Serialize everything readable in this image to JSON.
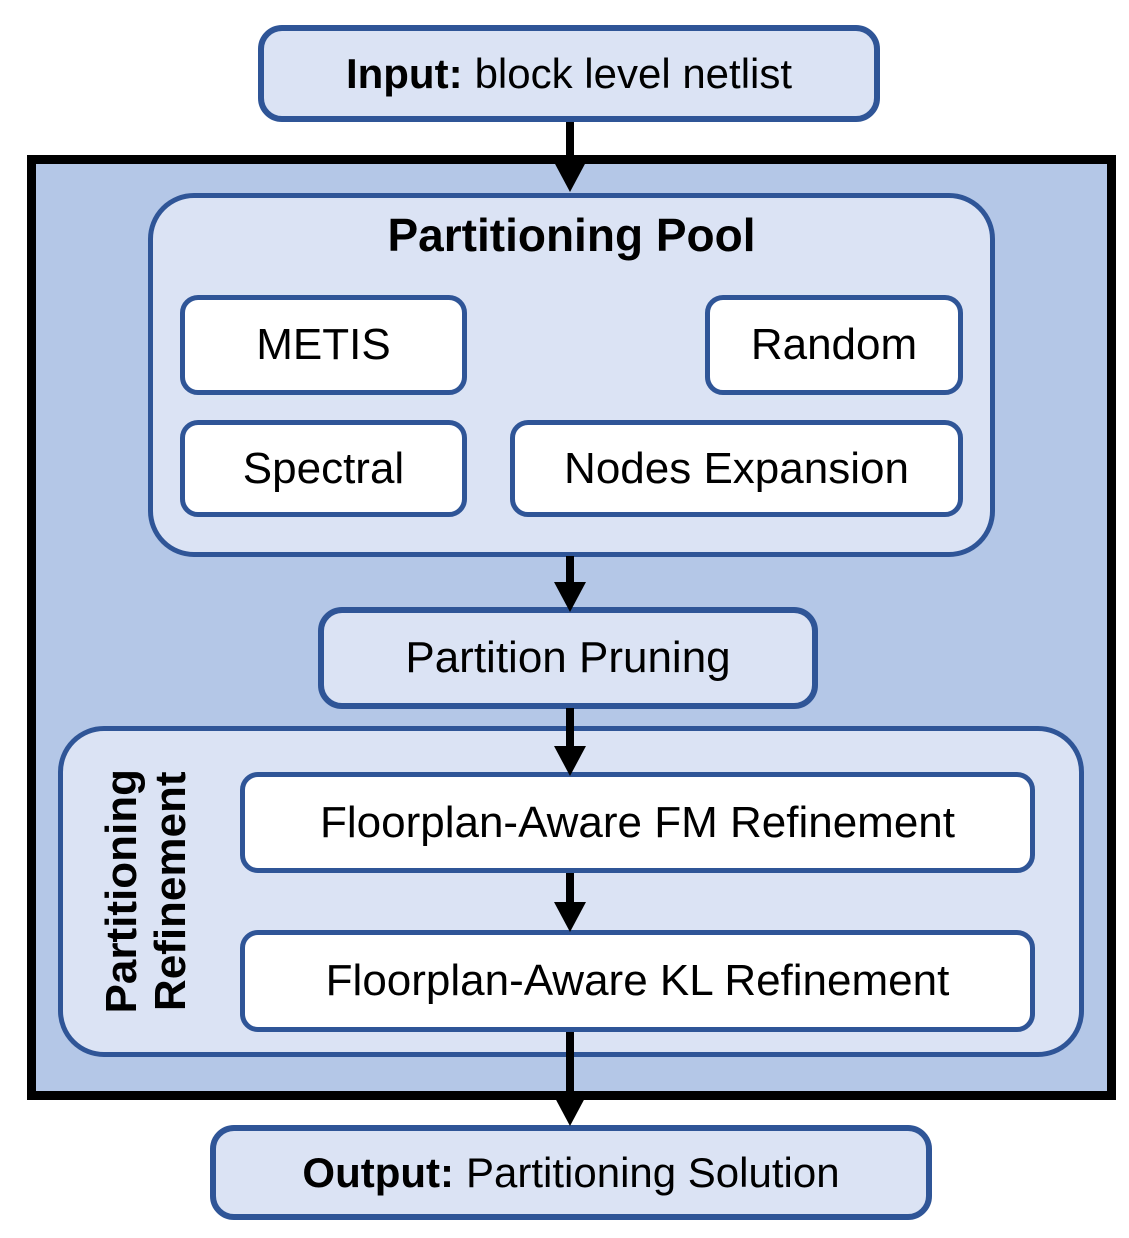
{
  "diagram": {
    "type": "flowchart",
    "description": "Partitioning flow from block level netlist input to partitioning solution output"
  },
  "colors": {
    "outer_container_fill": "#b4c7e7",
    "outer_container_border": "#000000",
    "section_fill": "#dbe3f4",
    "box_border_blue": "#2f5597",
    "process_box_fill": "#ffffff",
    "arrow": "#000000",
    "text": "#000000"
  },
  "input": {
    "bold": "Input:",
    "rest": "block level netlist"
  },
  "pool": {
    "title": "Partitioning Pool",
    "items": [
      "METIS",
      "Random",
      "Spectral",
      "Nodes Expansion"
    ]
  },
  "pruning": {
    "label": "Partition Pruning"
  },
  "refinement": {
    "title_line1": "Partitioning",
    "title_line2": "Refinement",
    "items": [
      "Floorplan-Aware FM Refinement",
      "Floorplan-Aware KL Refinement"
    ]
  },
  "output": {
    "bold": "Output:",
    "rest": "Partitioning Solution"
  }
}
